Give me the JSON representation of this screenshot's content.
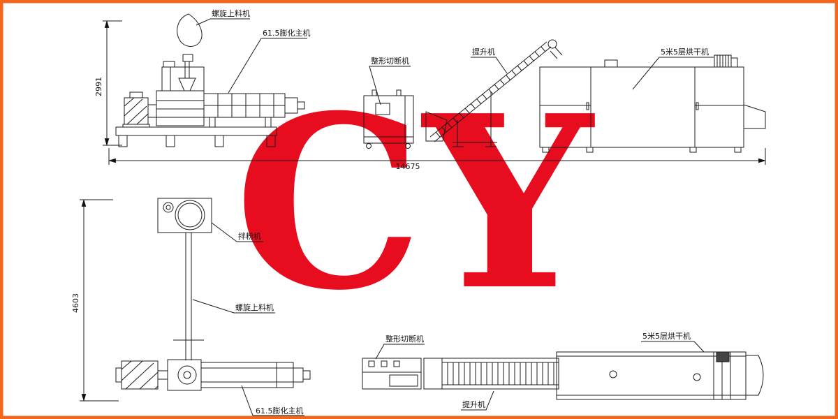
{
  "colors": {
    "border": "#f2661d",
    "watermark": "#e60012",
    "line": "#1b1b1b"
  },
  "watermark": {
    "text": "CY"
  },
  "top_view": {
    "labels": {
      "screw_feeder": "螺旋上料机",
      "extruder": "61.5膨化主机",
      "cutter": "整形切断机",
      "elevator": "提升机",
      "dryer": "5米5层烘干机"
    },
    "dimensions": {
      "height": "2991",
      "length": "14675"
    }
  },
  "bottom_view": {
    "labels": {
      "mixer": "拌粉机",
      "screw_feeder": "螺旋上料机",
      "extruder": "61.5膨化主机",
      "cutter": "整形切断机",
      "elevator": "提升机",
      "dryer": "5米5层烘干机"
    },
    "dimensions": {
      "height": "4603"
    }
  }
}
